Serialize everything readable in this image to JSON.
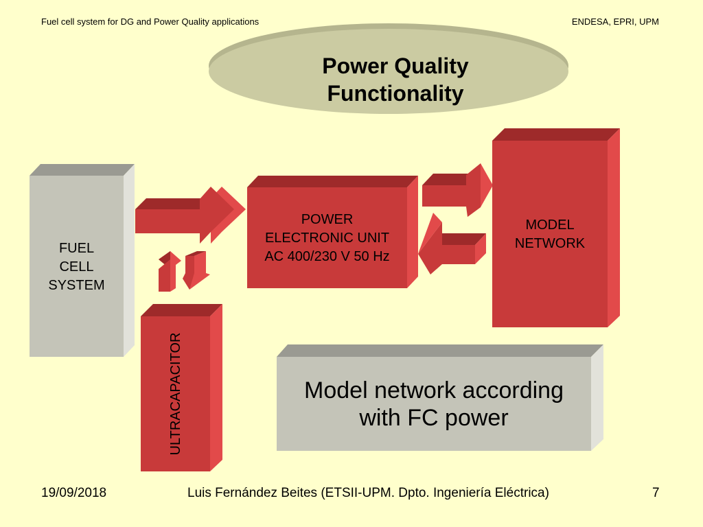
{
  "header": {
    "left": "Fuel cell system for DG and Power Quality applications",
    "right": "ENDESA, EPRI, UPM"
  },
  "title": {
    "line1": "Power Quality",
    "line2": "Functionality"
  },
  "blocks": {
    "fuel_cell": [
      "FUEL",
      "CELL",
      "SYSTEM"
    ],
    "power_electronic_unit": [
      "POWER",
      "ELECTRONIC UNIT",
      "AC 400/230 V 50 Hz"
    ],
    "model_network": [
      "MODEL",
      "NETWORK"
    ],
    "ultracapacitor": "ULTRACAPACITOR"
  },
  "note": {
    "line1": "Model network according",
    "line2": "with FC power"
  },
  "footer": {
    "date": "19/09/2018",
    "author": "Luis Fernández Beites (ETSII-UPM. Dpto. Ingeniería Eléctrica)",
    "page": "7"
  },
  "colors": {
    "background": "#ffffcc",
    "red_front": "#c83a3a",
    "red_top": "#9e2a2a",
    "red_side": "#e24a4a",
    "gray_front": "#c4c4b8",
    "gray_top": "#9a9a92",
    "gray_side": "#e2e2da",
    "ellipse": "#c8c89e"
  }
}
